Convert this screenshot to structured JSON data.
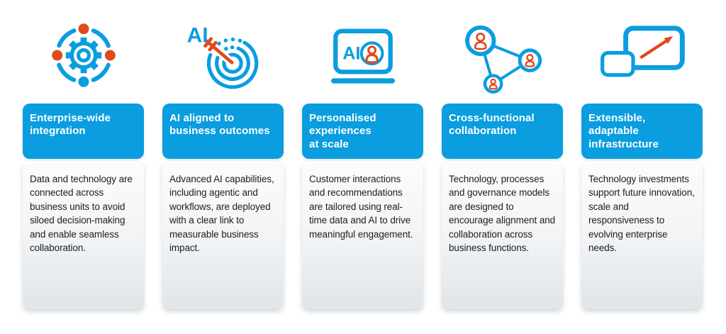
{
  "theme": {
    "accent_blue": "#0a9ddf",
    "accent_orange": "#e2491b",
    "header_text_color": "#ffffff",
    "body_text_color": "#1d1d1b",
    "card_body_gradient_top": "#fbfcfc",
    "card_body_gradient_bottom": "#e0e5e9"
  },
  "icon_labels": {
    "target_ai_text": "AI",
    "laptop_ai_text": "AI"
  },
  "cards": [
    {
      "icon": "integration-gear-icon",
      "title": "Enterprise-wide\nintegration",
      "body": "Data and technology are connected across business units to avoid siloed decision-making and enable seamless collaboration."
    },
    {
      "icon": "ai-target-icon",
      "title": "AI aligned to\nbusiness outcomes",
      "body": "Advanced AI capabilities, including agentic and workflows, are deployed with a clear link to measurable business impact."
    },
    {
      "icon": "ai-laptop-user-icon",
      "title": "Personalised\nexperiences\nat scale",
      "body": "Customer interactions and recommendations are tailored using real-time data and AI to drive meaningful engagement."
    },
    {
      "icon": "people-network-icon",
      "title": "Cross-functional\ncollaboration",
      "body": "Technology, processes and governance models are designed to encourage alignment and collaboration across business functions."
    },
    {
      "icon": "screens-growth-icon",
      "title": "Extensible,\nadaptable\ninfrastructure",
      "body": "Technology investments support future innovation, scale and responsiveness to evolving enterprise needs."
    }
  ]
}
